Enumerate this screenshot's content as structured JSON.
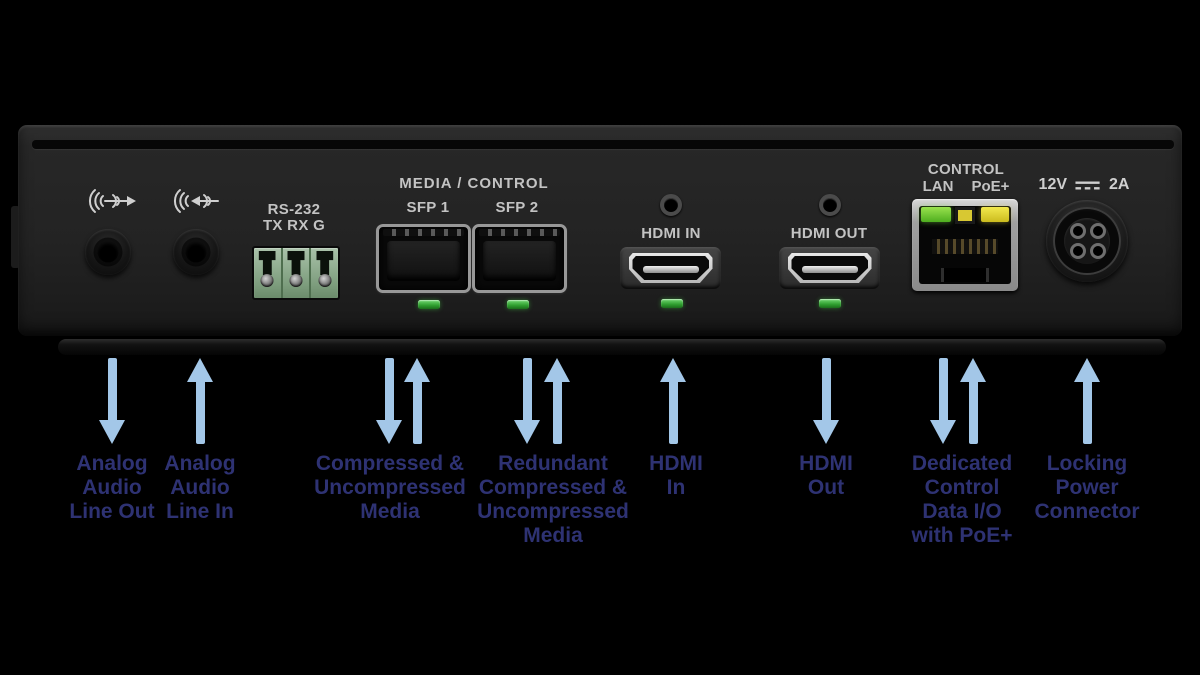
{
  "device": {
    "rs232_label": "RS-232\nTX RX G",
    "sfp_title": "MEDIA / CONTROL",
    "sfp1_label": "SFP 1",
    "sfp2_label": "SFP 2",
    "hdmi_in_label": "HDMI IN",
    "hdmi_out_label": "HDMI OUT",
    "control_label": "CONTROL",
    "lan_label": "LAN",
    "poe_label": "PoE+",
    "power_voltage": "12V",
    "power_current": "2A"
  },
  "icons": {
    "audio_line_out": "audio-waves-arrow-out",
    "audio_line_in": "audio-waves-arrow-in",
    "dc_power": "dc-voltage-symbol"
  },
  "colors": {
    "background": "#000000",
    "chassis": "#232323",
    "port_label": "#c3c3c3",
    "annotation_text": "#2e3273",
    "arrow": "#a3c7e8",
    "led_green": "#3cb43c",
    "led_yellow": "#ded23e",
    "terminal_block_green": "#8cab8c"
  },
  "annotations": [
    {
      "label": "Analog\nAudio\nLine Out",
      "arrows": [
        "down"
      ]
    },
    {
      "label": "Analog\nAudio\nLine In",
      "arrows": [
        "up"
      ]
    },
    {
      "label": "Compressed &\nUncompressed\nMedia",
      "arrows": [
        "down",
        "up"
      ]
    },
    {
      "label": "Redundant\nCompressed &\nUncompressed\nMedia",
      "arrows": [
        "down",
        "up"
      ]
    },
    {
      "label": "HDMI\nIn",
      "arrows": [
        "up"
      ]
    },
    {
      "label": "HDMI\nOut",
      "arrows": [
        "down"
      ]
    },
    {
      "label": "Dedicated\nControl\nData I/O\nwith PoE+",
      "arrows": [
        "down",
        "up"
      ]
    },
    {
      "label": "Locking\nPower\nConnector",
      "arrows": [
        "up"
      ]
    }
  ]
}
